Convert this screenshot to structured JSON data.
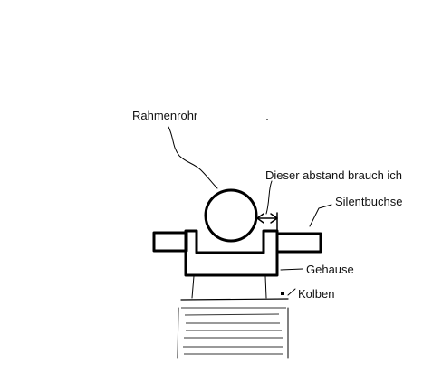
{
  "labels": {
    "frame_tube": "Rahmenrohr",
    "distance_note": "Dieser abstand brauch ich",
    "silent_bushing": "Silentbuchse",
    "housing": "Gehause",
    "piston": "Kolben"
  },
  "colors": {
    "background": "#ffffff",
    "ink": "#000000",
    "hatch": "#333333"
  }
}
